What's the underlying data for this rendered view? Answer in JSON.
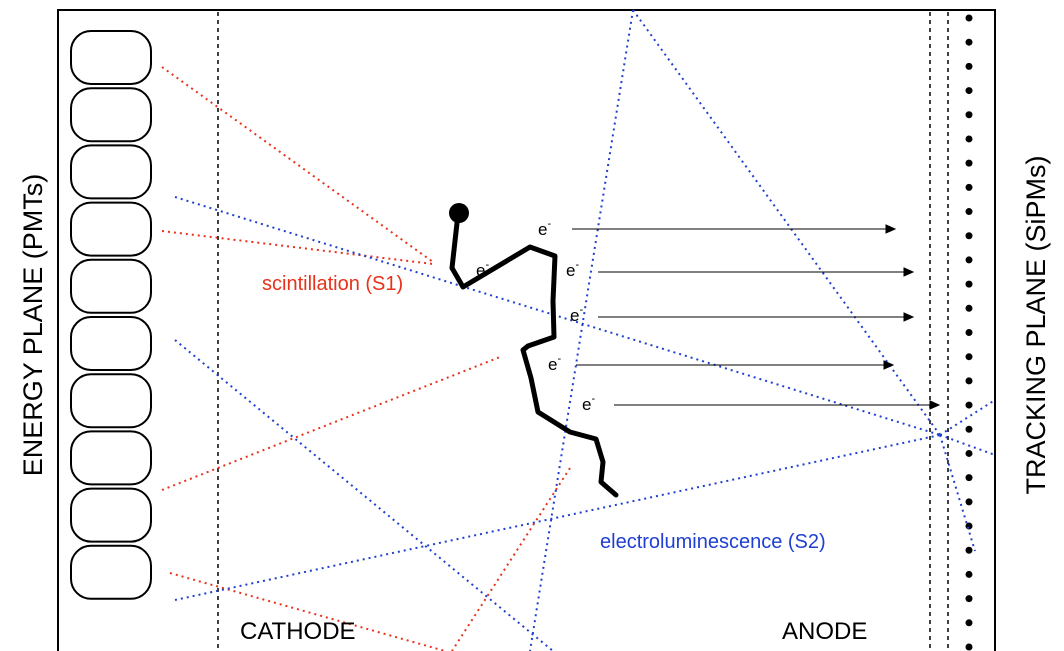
{
  "labels": {
    "energy_plane": "ENERGY PLANE (PMTs)",
    "tracking_plane": "TRACKING PLANE (SiPMs)",
    "cathode": "CATHODE",
    "anode": "ANODE",
    "scintillation": "scintillation (S1)",
    "electroluminescence": "electroluminescence (S2)",
    "electron": "e",
    "electron_charge": "-"
  },
  "colors": {
    "scintillation": "#e8321a",
    "electroluminescence": "#1f3fd1",
    "outline": "#000000"
  },
  "pmt_count": 10,
  "sipm_count": 27,
  "electron_drift_count": 5
}
